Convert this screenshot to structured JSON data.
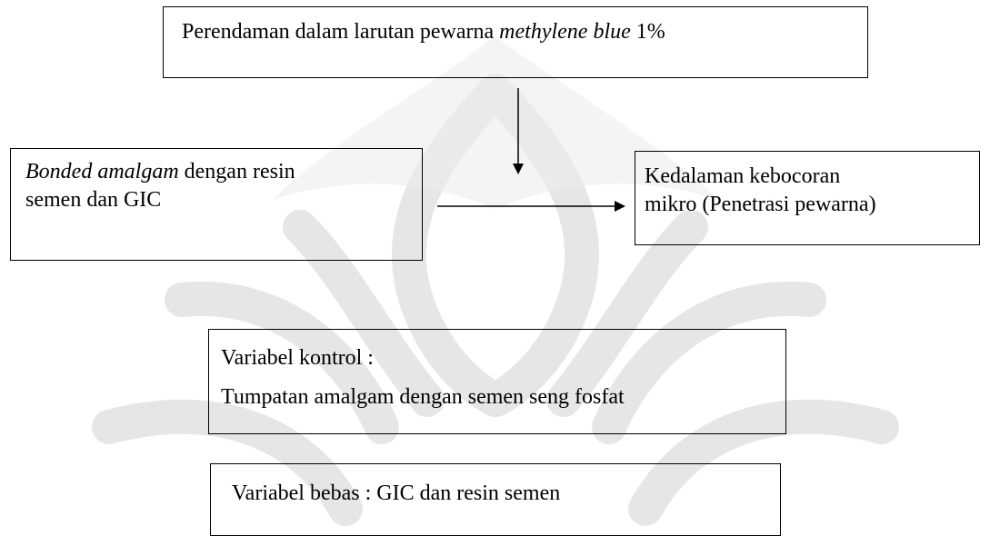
{
  "diagram": {
    "soaking_box": {
      "text_pre": "Perendaman dalam larutan pewarna ",
      "text_italic": "methylene blue",
      "text_post": " 1%"
    },
    "treatment_box": {
      "line1_italic": "Bonded amalgam",
      "line1_post": " dengan resin",
      "line2": "semen dan GIC"
    },
    "outcome_box": {
      "line1": "Kedalaman kebocoran",
      "line2": "mikro (Penetrasi pewarna)"
    },
    "control_box": {
      "line1": "Variabel kontrol :",
      "line2": "Tumpatan amalgam dengan semen seng fosfat"
    },
    "independent_box": {
      "line1": "Variabel bebas : GIC dan resin semen"
    }
  },
  "watermark_color": "#e4e4e4"
}
